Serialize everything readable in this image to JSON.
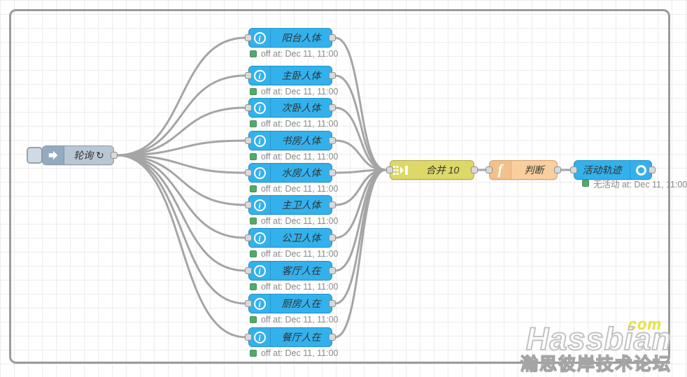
{
  "flow": {
    "inject": {
      "label": "轮询 ↻"
    },
    "sensors": [
      {
        "label": "阳台人体",
        "status": "off at: Dec 11, 11:00"
      },
      {
        "label": "主卧人体",
        "status": "off at: Dec 11, 11:00"
      },
      {
        "label": "次卧人体",
        "status": "off at: Dec 11, 11:00"
      },
      {
        "label": "书房人体",
        "status": "off at: Dec 11, 11:00"
      },
      {
        "label": "水房人体",
        "status": "off at: Dec 11, 11:00"
      },
      {
        "label": "主卫人体",
        "status": "off at: Dec 11, 11:00"
      },
      {
        "label": "公卫人体",
        "status": "off at: Dec 11, 11:00"
      },
      {
        "label": "客厅人在",
        "status": "off at: Dec 11, 11:00"
      },
      {
        "label": "厨房人在",
        "status": "off at: Dec 11, 11:00"
      },
      {
        "label": "餐厅人在",
        "status": "off at: Dec 11, 11:00"
      }
    ],
    "join": {
      "label": "合并 10"
    },
    "function": {
      "label": "判断"
    },
    "track": {
      "label": "活动轨迹",
      "status": "无活动 at: Dec 11, 11:00"
    }
  },
  "watermark": {
    "tld": "com",
    "brand": "Hassbian",
    "forum": "瀚思彼岸技术论坛"
  },
  "colors": {
    "sensor_blue": "#33b1ed",
    "join_yellow": "#ddd867",
    "function_orange": "#f9cf9d",
    "inject_gray": "#b8c7d3",
    "status_green": "#55a86b",
    "wire_gray": "#a5a5a5",
    "grid_line": "#ececec"
  }
}
